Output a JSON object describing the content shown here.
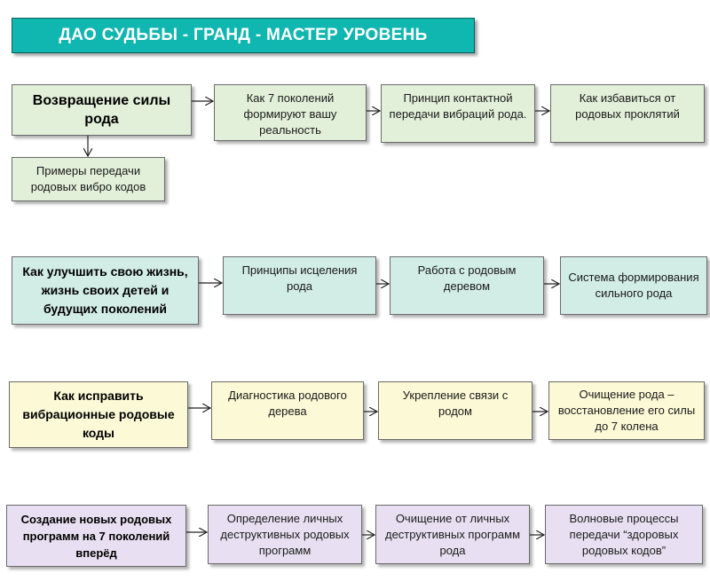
{
  "title": "ДАО СУДЬБЫ - ГРАНД - МАСТЕР УРОВЕНЬ",
  "row1": {
    "main": "Возвращение силы рода",
    "sub": "Примеры передачи родовых вибро кодов",
    "steps": [
      "Как 7 поколений формируют вашу реальность",
      "Принцип контактной передачи вибраций рода.",
      "Как избавиться от родовых проклятий"
    ]
  },
  "row2": {
    "main": "Как улучшить свою жизнь, жизнь своих детей и будущих поколений",
    "steps": [
      "Принципы исцеления рода",
      "Работа с родовым деревом",
      "Система формирования сильного рода"
    ]
  },
  "row3": {
    "main": "Как исправить вибрационные родовые коды",
    "steps": [
      "Диагностика родового дерева",
      "Укрепление связи с родом",
      "Очищение рода – восстановление его силы до 7 колена"
    ]
  },
  "row4": {
    "main": "Создание новых родовых программ на 7 поколений вперёд",
    "steps": [
      "Определение личных деструктивных родовых программ",
      "Очищение от личных деструктивных программ рода",
      "Волновые процессы передачи “здоровых родовых кодов”"
    ]
  }
}
